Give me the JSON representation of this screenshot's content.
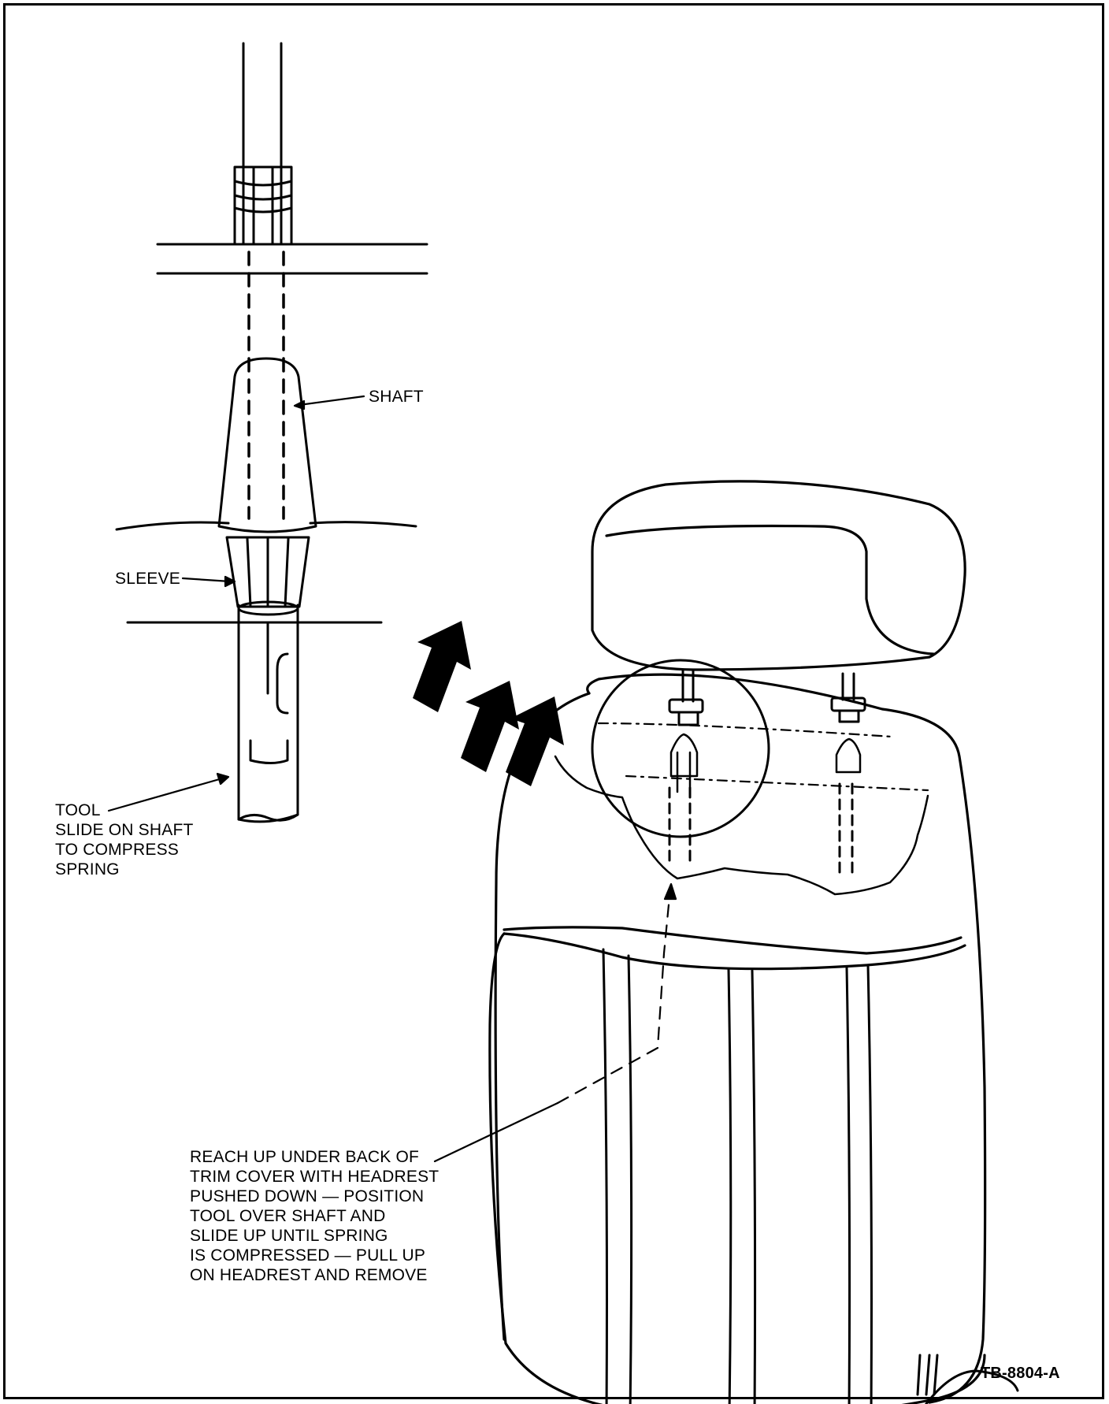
{
  "labels": {
    "shaft": "SHAFT",
    "sleeve": "SLEEVE",
    "tool": [
      "TOOL",
      "SLIDE ON SHAFT",
      "TO COMPRESS",
      "SPRING"
    ],
    "instruction": [
      "REACH UP UNDER BACK OF",
      "TRIM COVER WITH HEADREST",
      "PUSHED DOWN — POSITION",
      "TOOL OVER SHAFT AND",
      "SLIDE UP UNTIL SPRING",
      "IS COMPRESSED — PULL UP",
      "ON HEADREST AND REMOVE"
    ],
    "figure_id": "TB-8804-A"
  }
}
